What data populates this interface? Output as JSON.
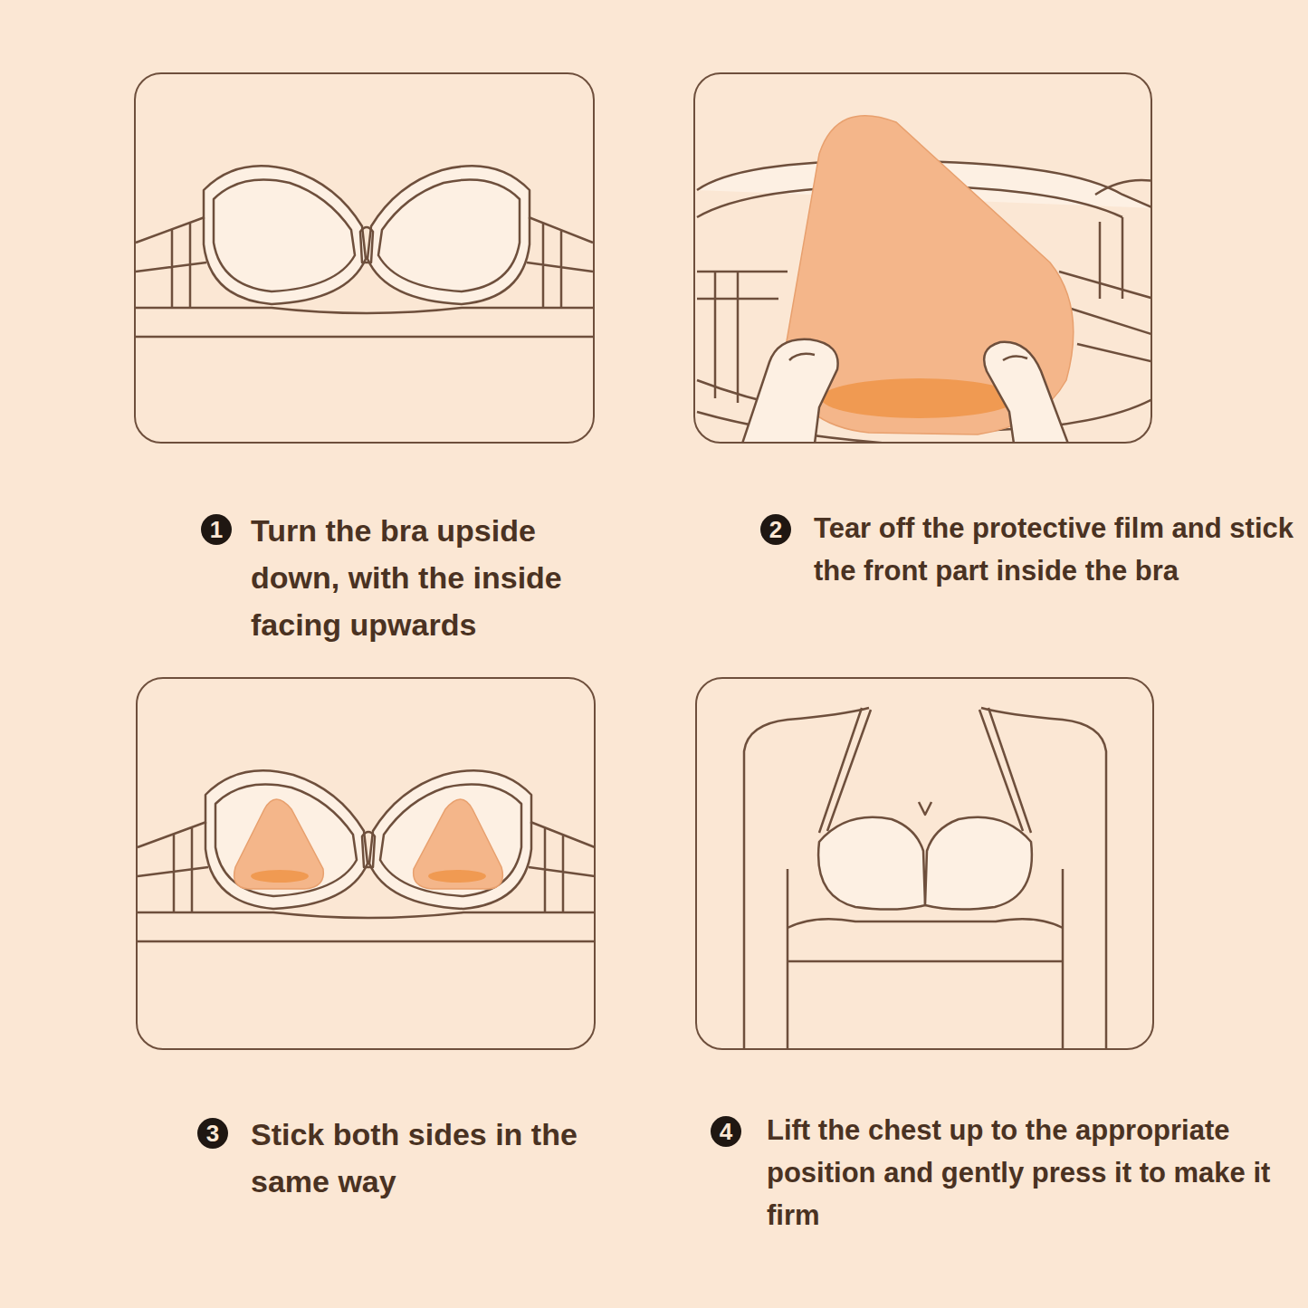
{
  "diagram": {
    "nodes": [
      {
        "text": [
          "1",
          "Turn the bra upside down, with the inside facing upwards"
        ]
      },
      {
        "text": [
          "2",
          "Tear off the protective film and stick the front part inside the bra"
        ]
      },
      {
        "text": [
          "3",
          "Stick both sides in the same way"
        ]
      },
      {
        "text": [
          "4",
          "Lift the chest up to the appropriate position and gently press it to make it firm"
        ]
      }
    ]
  }
}
